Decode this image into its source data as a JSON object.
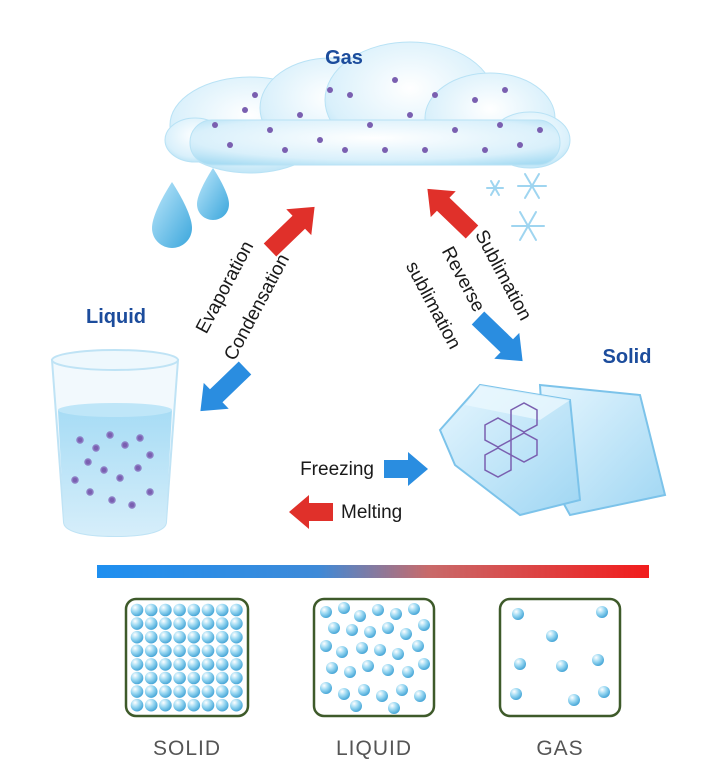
{
  "states": {
    "gas": "Gas",
    "liquid": "Liquid",
    "solid": "Solid"
  },
  "processes": {
    "evaporation": "Evaporation",
    "condensation": "Condensation",
    "sublimation": "Sublimation",
    "reverse": "Reverse",
    "reverse_sublimation": "sublimation",
    "freezing": "Freezing",
    "melting": "Melting"
  },
  "boxes": {
    "solid": "SOLID",
    "liquid": "LIQUID",
    "gas": "GAS"
  },
  "colors": {
    "title_blue": "#1c4c9c",
    "arrow_red": "#e0302a",
    "arrow_blue": "#2a8de0",
    "box_border": "#3e5a2a",
    "particle": "#8fd3f0"
  }
}
